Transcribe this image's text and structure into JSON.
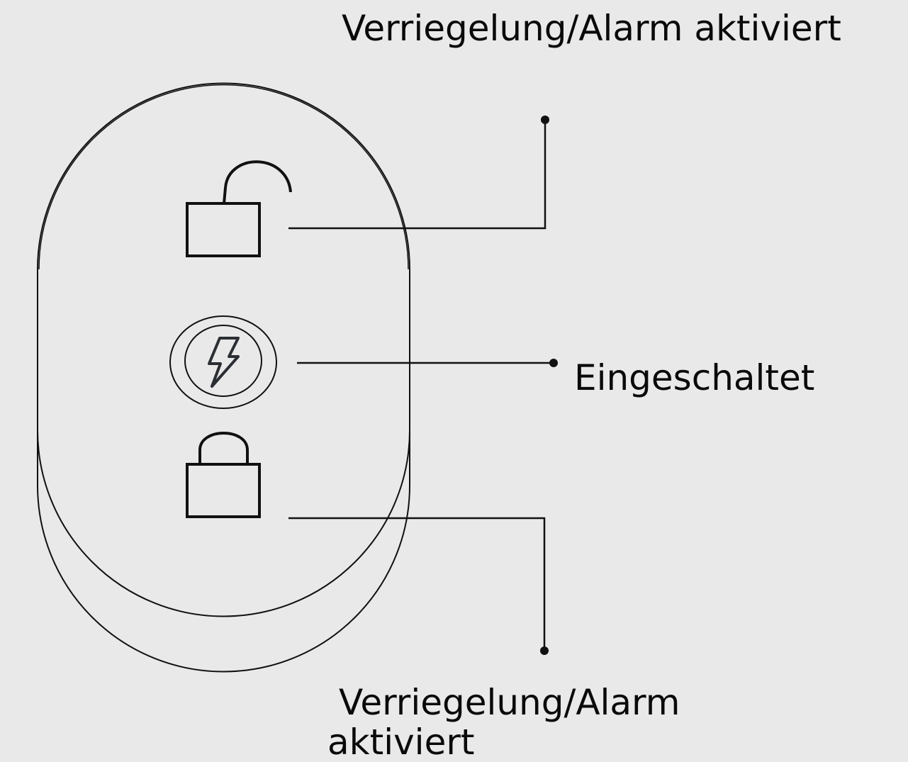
{
  "labels": {
    "top": "Verriegelung/Alarm aktiviert",
    "middle": "Eingeschaltet",
    "bottom_line1": "Verriegelung/Alarm",
    "bottom_line2": "aktiviert"
  },
  "icons": {
    "top": "unlocked-padlock-icon",
    "middle": "lightning-bolt-icon",
    "bottom": "locked-padlock-icon"
  },
  "colors": {
    "background": "#e9e9e9",
    "stroke": "#111111",
    "bolt": "#2b2f33"
  }
}
